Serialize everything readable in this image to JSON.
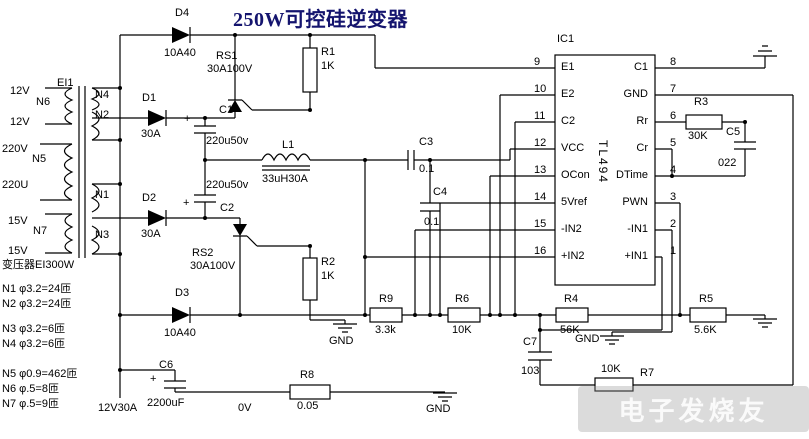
{
  "title": "250W可控硅逆变器",
  "watermark": {
    "text": "电子发烧友"
  },
  "transformer": {
    "name": "EI1",
    "caption": "变压器EI300W",
    "left_labels": [
      "12V",
      "N6",
      "12V",
      "220V",
      "N5",
      "220U",
      "15V",
      "N7",
      "15V"
    ],
    "right_labels": [
      "N4",
      "N2",
      "N1",
      "N3"
    ],
    "notes": [
      "N1 φ3.2=24匝",
      "N2 φ3.2=24匝",
      "N3 φ3.2=6匝",
      "N4 φ3.2=6匝",
      "N5 φ0.9=462匝",
      "N6 φ.5=8匝",
      "N7 φ.5=9匝"
    ]
  },
  "components": {
    "d1": {
      "ref": "D1",
      "value": "30A"
    },
    "d2": {
      "ref": "D2",
      "value": "30A"
    },
    "d3": {
      "ref": "D3",
      "value": "10A40"
    },
    "d4": {
      "ref": "D4",
      "value": "10A40"
    },
    "rs1": {
      "ref": "RS1",
      "value": "30A100V"
    },
    "rs2": {
      "ref": "RS2",
      "value": "30A100V"
    },
    "c1": {
      "ref": "C1",
      "value": "220u50v"
    },
    "c2": {
      "ref": "C2",
      "value": "220u50v"
    },
    "c3": {
      "ref": "C3",
      "value": "0.1"
    },
    "c4": {
      "ref": "C4",
      "value": "0.1"
    },
    "c5": {
      "ref": "C5",
      "value": "022"
    },
    "c6": {
      "ref": "C6",
      "value": "2200uF"
    },
    "c7": {
      "ref": "C7",
      "value": "103"
    },
    "l1": {
      "ref": "L1",
      "value": "33uH30A"
    },
    "r1": {
      "ref": "R1",
      "value": "1K"
    },
    "r2": {
      "ref": "R2",
      "value": "1K"
    },
    "r3": {
      "ref": "R3",
      "value": "30K"
    },
    "r4": {
      "ref": "R4",
      "value": "56K"
    },
    "r5": {
      "ref": "R5",
      "value": "5.6K"
    },
    "r6": {
      "ref": "R6",
      "value": "10K"
    },
    "r7": {
      "ref": "R7",
      "value": "10K"
    },
    "r8": {
      "ref": "R8",
      "value": "0.05"
    },
    "r9": {
      "ref": "R9",
      "value": "3.3k"
    }
  },
  "ic": {
    "ref": "IC1",
    "part": "TL494",
    "left_pins": [
      {
        "num": "9",
        "name": "E1"
      },
      {
        "num": "10",
        "name": "E2"
      },
      {
        "num": "11",
        "name": "C2"
      },
      {
        "num": "12",
        "name": "VCC"
      },
      {
        "num": "13",
        "name": "OCon"
      },
      {
        "num": "14",
        "name": "5Vref"
      },
      {
        "num": "15",
        "name": "-IN2"
      },
      {
        "num": "16",
        "name": "+IN2"
      }
    ],
    "right_pins": [
      {
        "num": "8",
        "name": "C1"
      },
      {
        "num": "7",
        "name": "GND"
      },
      {
        "num": "6",
        "name": "Rr"
      },
      {
        "num": "5",
        "name": "Cr"
      },
      {
        "num": "4",
        "name": "DTime"
      },
      {
        "num": "3",
        "name": "PWN"
      },
      {
        "num": "2",
        "name": "-IN1"
      },
      {
        "num": "1",
        "name": "+IN1"
      }
    ]
  },
  "labels": {
    "gnd": "GND",
    "zero_volt": "0V",
    "rail": "12V30A",
    "plus": "+"
  }
}
